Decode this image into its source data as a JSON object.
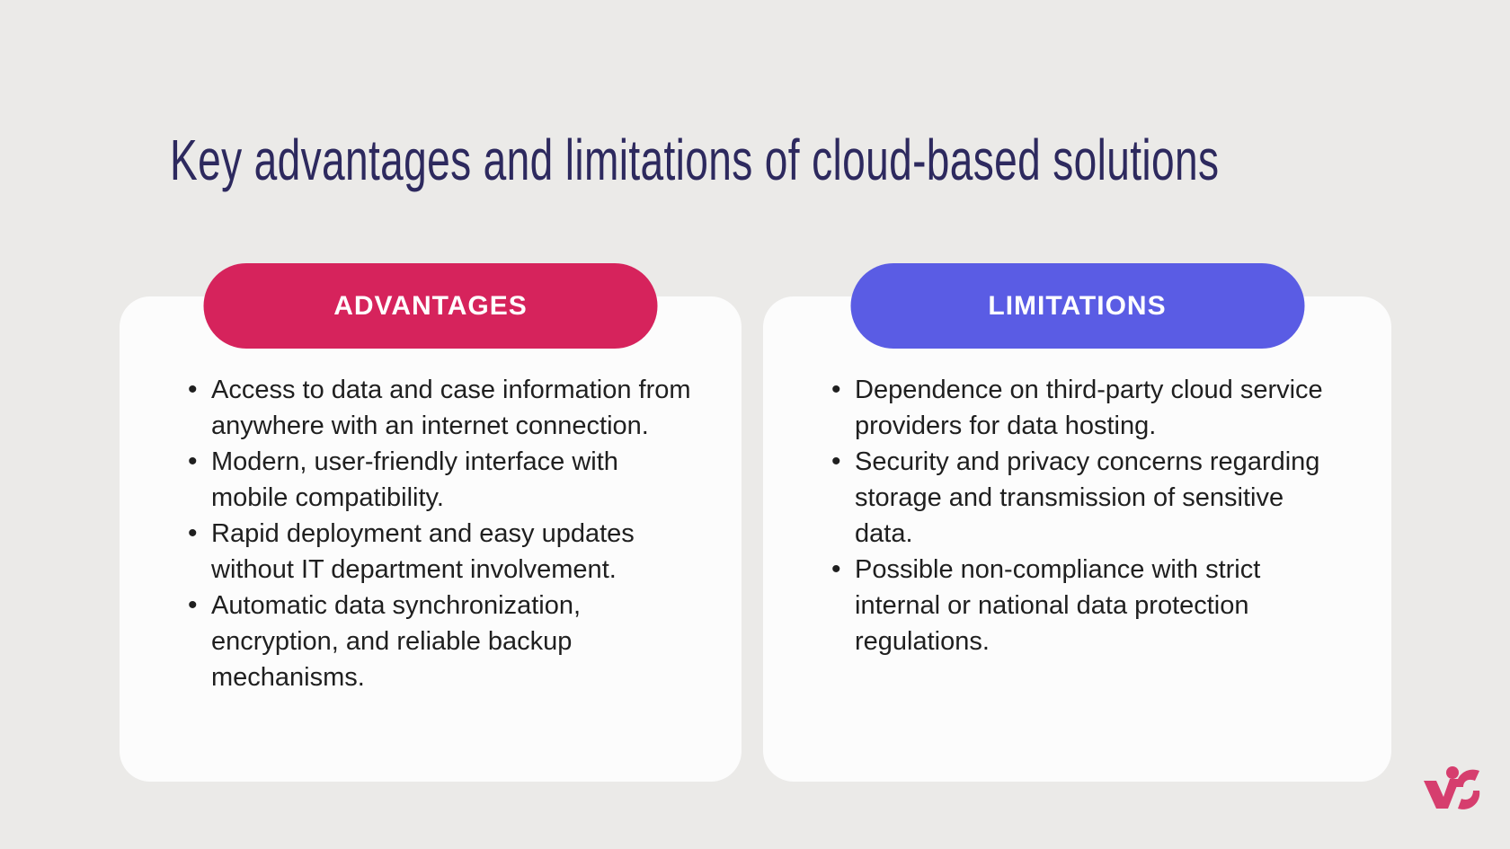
{
  "canvas": {
    "background": "#ebeae8",
    "card_background": "#fcfcfc"
  },
  "title": {
    "text": "Key advantages and limitations of cloud-based solutions",
    "color": "#2d295e"
  },
  "cards": [
    {
      "header": {
        "label": "ADVANTAGES",
        "background": "#d6235c",
        "text_color": "#ffffff"
      },
      "bullets": [
        "Access to data and case information from anywhere with an internet connection.",
        "Modern, user-friendly interface with mobile compatibility.",
        "Rapid deployment and easy updates without IT department involvement.",
        "Automatic data synchronization, encryption, and reliable backup mechanisms."
      ]
    },
    {
      "header": {
        "label": "LIMITATIONS",
        "background": "#5a5ce4",
        "text_color": "#ffffff"
      },
      "bullets": [
        "Dependence on third-party cloud service providers for data hosting.",
        "Security and privacy concerns regarding storage and transmission of sensitive data.",
        "Possible non-compliance with strict internal or national data protection regulations."
      ]
    }
  ],
  "logo": {
    "name": "vs-monogram",
    "color": "#d63e6e"
  },
  "text_color": "#1f1f1f"
}
